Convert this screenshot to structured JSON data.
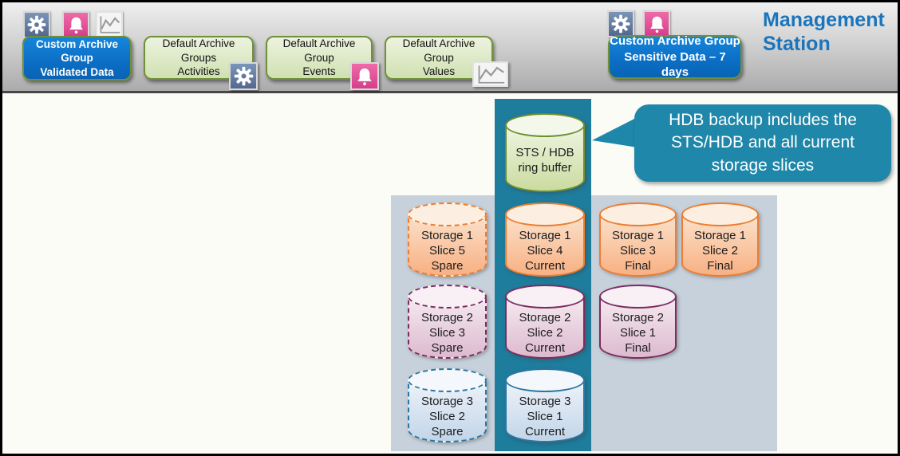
{
  "window": {
    "title": "Management\nStation"
  },
  "toolbar": {
    "left_icons": [
      {
        "name": "gear"
      },
      {
        "name": "bell"
      },
      {
        "name": "chart"
      }
    ],
    "right_icons": [
      {
        "name": "gear"
      },
      {
        "name": "bell"
      }
    ],
    "buttons": [
      {
        "label": "Custom Archive\nGroup\nValidated Data",
        "style": "blue"
      },
      {
        "label": "Default Archive\nGroups\nActivities",
        "style": "green",
        "badge_icon": "gear"
      },
      {
        "label": "Default Archive\nGroup\nEvents",
        "style": "green",
        "badge_icon": "bell"
      },
      {
        "label": "Default Archive\nGroup\nValues",
        "style": "green",
        "badge_icon": "chart"
      },
      {
        "label": "Custom Archive Group\nSensitive Data – 7 days",
        "style": "blue"
      }
    ]
  },
  "callout": {
    "text": "HDB backup includes the\nSTS/HDB and all current\nstorage slices",
    "color": "#1f87a9"
  },
  "diagram": {
    "band_color": "#1e7c9c",
    "panel_color": "#c7d1db",
    "ring_buffer": {
      "label": "STS / HDB\nring buffer",
      "scheme": "green",
      "outline": "solid"
    },
    "rows": {
      "row1": [
        {
          "label": "Storage 1\nSlice 5\nSpare",
          "scheme": "orange",
          "outline": "dashed"
        },
        {
          "label": "Storage 1\nSlice 4\nCurrent",
          "scheme": "orange",
          "outline": "solid"
        },
        {
          "label": "Storage 1\nSlice 3\nFinal",
          "scheme": "orange",
          "outline": "solid"
        },
        {
          "label": "Storage 1\nSlice 2\nFinal",
          "scheme": "orange",
          "outline": "solid"
        }
      ],
      "row2": [
        {
          "label": "Storage 2\nSlice 3\nSpare",
          "scheme": "purple",
          "outline": "dashed"
        },
        {
          "label": "Storage 2\nSlice 2\nCurrent",
          "scheme": "purple",
          "outline": "solid"
        },
        {
          "label": "Storage 2\nSlice 1\nFinal",
          "scheme": "purple",
          "outline": "solid"
        }
      ],
      "row3": [
        {
          "label": "Storage 3\nSlice 2\nSpare",
          "scheme": "blue",
          "outline": "dashed"
        },
        {
          "label": "Storage 3\nSlice 1\nCurrent",
          "scheme": "blue",
          "outline": "solid"
        }
      ]
    }
  },
  "colors": {
    "title_blue": "#1b75bc",
    "button_blue": "#0e74c8",
    "button_green_border": "#70903a",
    "orange_outline": "#ed7d31",
    "purple_outline": "#7b2d5e",
    "blue_outline": "#2b77a3",
    "green_outline": "#6e8f2f"
  }
}
